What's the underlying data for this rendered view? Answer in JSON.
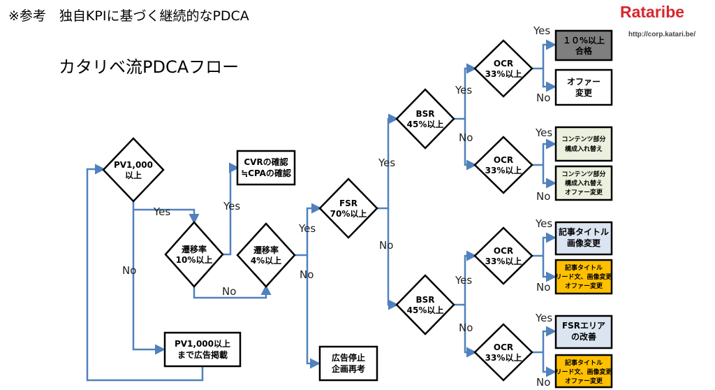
{
  "header": {
    "title": "※参考　独自KPIに基づく継続的なPDCA",
    "subtitle": "カタリベ流PDCAフロー",
    "logo": "Rataribe",
    "logo_url": "http://corp.katari.be/"
  },
  "colors": {
    "connector": "#4f81bd",
    "box_dark": "#7f7f7f",
    "box_light_green": "#ebf1de",
    "box_light_blue": "#dbe5f1",
    "box_orange": "#ffc000"
  },
  "decisions": {
    "pv": [
      "PV1,000",
      "以上"
    ],
    "transition10": [
      "遷移率",
      "10%以上"
    ],
    "transition4": [
      "遷移率",
      "4%以上"
    ],
    "fsr": [
      "FSR",
      "70%以上"
    ],
    "bsr_top": [
      "BSR",
      "45%以上"
    ],
    "bsr_bottom": [
      "BSR",
      "45%以上"
    ],
    "ocr1": [
      "OCR",
      "33%以上"
    ],
    "ocr2": [
      "OCR",
      "33%以上"
    ],
    "ocr3": [
      "OCR",
      "33%以上"
    ],
    "ocr4": [
      "OCR",
      "33%以上"
    ]
  },
  "actions": {
    "cvr_check": [
      "CVRの確認",
      "≒CPAの確認"
    ],
    "pv_ads": [
      "PV1,000以上",
      "まで広告掲載"
    ],
    "ad_stop": [
      "広告停止",
      "企画再考"
    ],
    "pass": [
      "１０%以上",
      "合格"
    ],
    "offer_change": [
      "オファー",
      "変更"
    ],
    "content_reorder": [
      "コンテンツ部分",
      "構成入れ替え"
    ],
    "content_reorder_offer": [
      "コンテンツ部分",
      "構成入れ替え",
      "オファー変更"
    ],
    "title_image": [
      "記事タイトル",
      "画像変更"
    ],
    "title_lead_image_offer_1": [
      "記事タイトル",
      "リード文、画像変更",
      "オファー変更"
    ],
    "fsr_area": [
      "FSRエリア",
      "の改善"
    ],
    "title_lead_image_offer_2": [
      "記事タイトル",
      "リード文、画像変更",
      "オファー変更"
    ]
  },
  "edge_labels": {
    "yes": "Yes",
    "no": "No"
  }
}
